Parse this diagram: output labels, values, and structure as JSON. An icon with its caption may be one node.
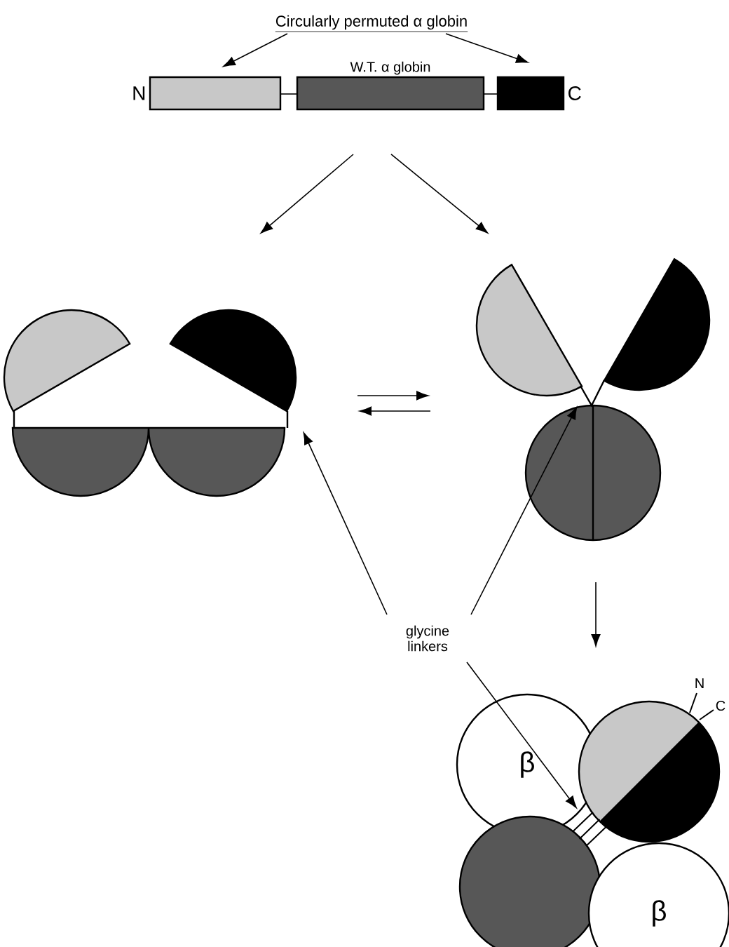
{
  "diagram": {
    "nodes": [
      {
        "text": [
          "Circularly permuted α globin"
        ]
      },
      {
        "text": [],
        "shape": "box",
        "beside": [
          "N"
        ]
      },
      {
        "text": [
          "W.T. α globin"
        ]
      },
      {
        "text": [],
        "shape": "box",
        "beside": [
          "C"
        ]
      },
      {
        "text": [],
        "shape": "picture"
      },
      {
        "text": [],
        "shape": "picture"
      },
      {
        "text": [
          "glycine linkers"
        ]
      },
      {
        "text": [
          "β"
        ]
      },
      {
        "text": [],
        "shape": "circle"
      },
      {
        "text": [],
        "shape": "circle"
      },
      {
        "text": [
          "β"
        ]
      },
      {
        "text": [],
        "shape": "bar"
      },
      {
        "text": [],
        "shape": "bar",
        "in": 5
      }
    ],
    "edges": [
      {
        "from": 0,
        "to": 1,
        "arrow": "to"
      },
      {
        "from": 0,
        "to": 3,
        "arrow": "to"
      },
      {
        "from": 2,
        "to": 4,
        "arrow": "to"
      },
      {
        "from": 2,
        "to": 5,
        "arrow": "to"
      },
      {
        "from": 4,
        "to": 5,
        "arrow": "to"
      },
      {
        "from": 5,
        "to": 4,
        "arrow": "to"
      },
      {
        "from": 5,
        "to": 8,
        "arrow": "to"
      },
      {
        "from": 6,
        "to": 4,
        "arrow": "to"
      },
      {
        "from": 6,
        "to": 12,
        "arrow": "to"
      },
      {
        "from": 6,
        "to": 11,
        "arrow": "to"
      },
      {
        "from": 1,
        "to": 2,
        "arrow": "none"
      },
      {
        "from": 2,
        "to": 3,
        "arrow": "none"
      }
    ],
    "labels": [
      "N",
      "C"
    ]
  }
}
